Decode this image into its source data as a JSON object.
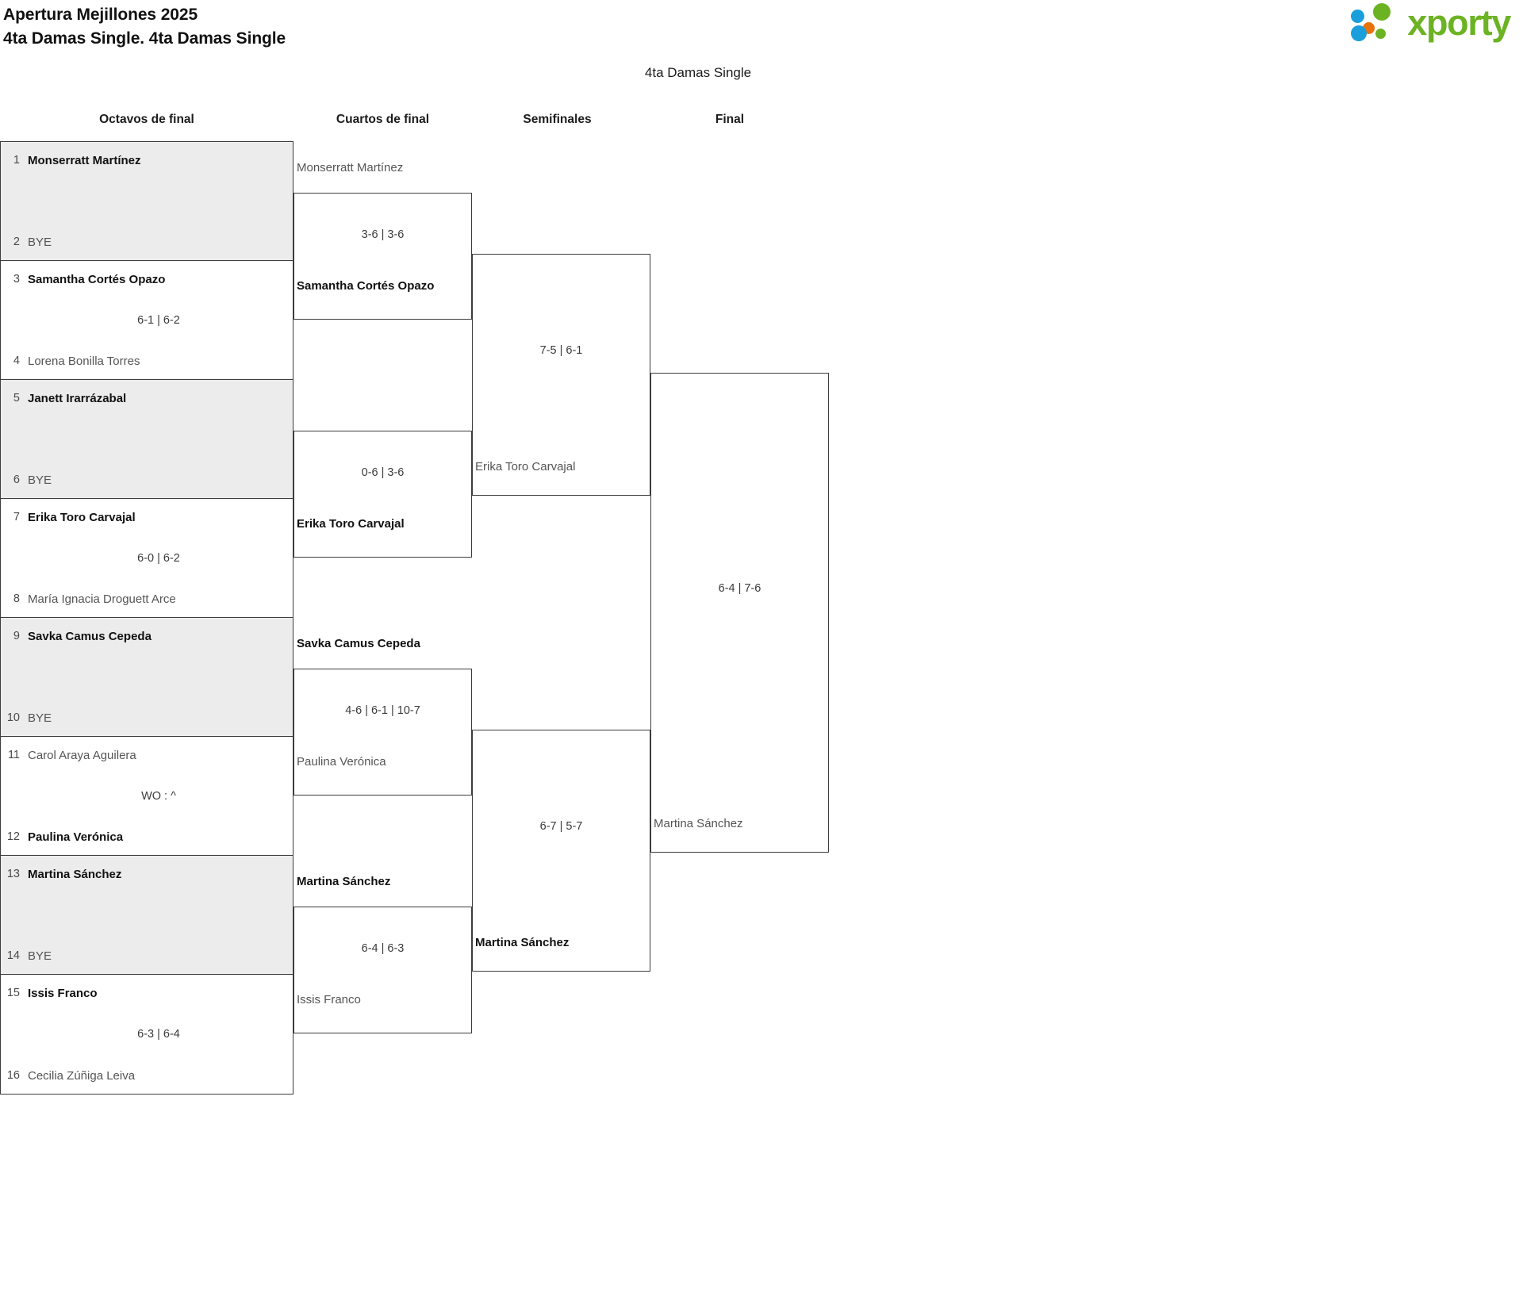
{
  "header": {
    "tournament": "Apertura Mejillones 2025",
    "category": "4ta Damas Single. 4ta Damas Single",
    "logo_text": "xporty"
  },
  "draw_title": "4ta Damas Single",
  "rounds": [
    {
      "label": "Octavos de final"
    },
    {
      "label": "Cuartos de final"
    },
    {
      "label": "Semifinales"
    },
    {
      "label": "Final"
    }
  ],
  "round1": {
    "matches": [
      {
        "seed_top": "1",
        "top": "Monserratt Martínez",
        "top_state": "win",
        "seed_bot": "2",
        "bot": "BYE",
        "bot_state": "bye",
        "score": ""
      },
      {
        "seed_top": "3",
        "top": "Samantha Cortés Opazo",
        "top_state": "win",
        "seed_bot": "4",
        "bot": "Lorena Bonilla Torres",
        "bot_state": "lose",
        "score": "6-1 | 6-2"
      },
      {
        "seed_top": "5",
        "top": "Janett Irarrázabal",
        "top_state": "win",
        "seed_bot": "6",
        "bot": "BYE",
        "bot_state": "bye",
        "score": ""
      },
      {
        "seed_top": "7",
        "top": "Erika Toro Carvajal",
        "top_state": "win",
        "seed_bot": "8",
        "bot": "María Ignacia Droguett Arce",
        "bot_state": "lose",
        "score": "6-0 | 6-2"
      },
      {
        "seed_top": "9",
        "top": "Savka Camus Cepeda",
        "top_state": "win",
        "seed_bot": "10",
        "bot": "BYE",
        "bot_state": "bye",
        "score": ""
      },
      {
        "seed_top": "11",
        "top": "Carol Araya Aguilera",
        "top_state": "lose",
        "seed_bot": "12",
        "bot": "Paulina Verónica",
        "bot_state": "win",
        "score": "WO : ^"
      },
      {
        "seed_top": "13",
        "top": "Martina Sánchez",
        "top_state": "win",
        "seed_bot": "14",
        "bot": "BYE",
        "bot_state": "bye",
        "score": ""
      },
      {
        "seed_top": "15",
        "top": "Issis Franco",
        "top_state": "win",
        "seed_bot": "16",
        "bot": "Cecilia Zúñiga Leiva",
        "bot_state": "lose",
        "score": "6-3 | 6-4"
      }
    ]
  },
  "quarterfinals": [
    {
      "top": "Monserratt Martínez",
      "top_state": "lose",
      "bottom": "Samantha Cortés Opazo",
      "bottom_state": "win",
      "score": "3-6 | 3-6"
    },
    {
      "top": "",
      "top_state": "lose",
      "bottom": "Erika Toro Carvajal",
      "bottom_state": "win",
      "score": "0-6 | 3-6"
    },
    {
      "top": "Savka Camus Cepeda",
      "top_state": "win",
      "bottom": "Paulina Verónica",
      "bottom_state": "lose",
      "score": "4-6 | 6-1 | 10-7"
    },
    {
      "top": "Martina Sánchez",
      "top_state": "win",
      "bottom": "Issis Franco",
      "bottom_state": "lose",
      "score": "6-4 | 6-3"
    }
  ],
  "semifinals": [
    {
      "top": "",
      "top_state": "lose",
      "bottom": "Erika Toro Carvajal",
      "bottom_state": "lose",
      "score": "7-5 | 6-1"
    },
    {
      "top": "",
      "top_state": "lose",
      "bottom": "Martina Sánchez",
      "bottom_state": "win",
      "score": "6-7 | 5-7"
    }
  ],
  "final": {
    "top": "",
    "top_state": "lose",
    "bottom": "Martina Sánchez",
    "bottom_state": "lose",
    "score": "6-4 | 7-6"
  },
  "colors": {
    "brand_green": "#6cb323",
    "brand_blue": "#1b9fdc",
    "brand_orange": "#e8720c",
    "border": "#3c3c3c",
    "shade": "#ececec"
  }
}
